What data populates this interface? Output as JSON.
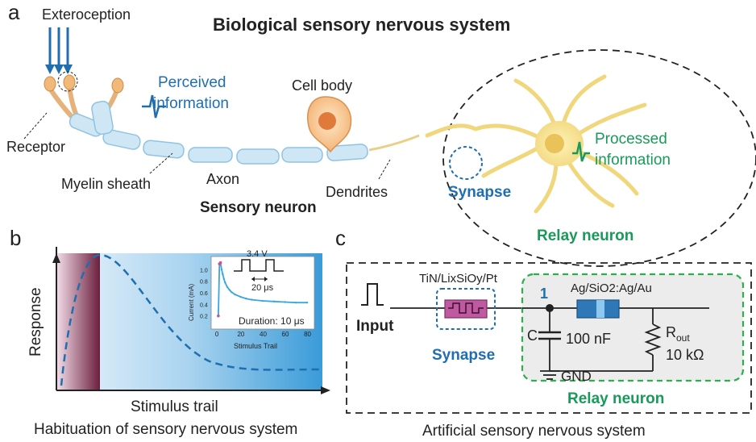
{
  "panel_a": {
    "letter": "a",
    "title": "Biological sensory nervous system",
    "exteroception": "Exteroception",
    "perceived_line1": "Perceived",
    "perceived_line2": "information",
    "cell_body": "Cell body",
    "processed_line1": "Processed",
    "processed_line2": "information",
    "receptor": "Receptor",
    "myelin_sheath": "Myelin sheath",
    "axon": "Axon",
    "dendrites": "Dendrites",
    "synapse": "Synapse",
    "sensory_neuron": "Sensory neuron",
    "relay_neuron": "Relay neuron"
  },
  "panel_b": {
    "letter": "b",
    "ylabel": "Response",
    "xlabel": "Stimulus trail",
    "caption": "Habituation of sensory nervous system",
    "inset": {
      "ylabel": "Current (mA)",
      "xlabel": "Stimulus Trail",
      "pulse_voltage": "3.4 V",
      "pulse_width": "20 μs",
      "duration": "Duration: 10 μs",
      "xticks": [
        "0",
        "20",
        "40",
        "60",
        "80"
      ],
      "yticks": [
        "0.2",
        "0.4",
        "0.6",
        "0.8",
        "1.0"
      ]
    }
  },
  "panel_c": {
    "letter": "c",
    "device": "TiN/LixSiOy/Pt",
    "input": "Input",
    "synapse": "Synapse",
    "node": "1",
    "relay_device": "Ag/SiO2:Ag/Au",
    "cap_symbol": "C",
    "cap_value": "100 nF",
    "rout": "Rout",
    "rout_value": "10 kΩ",
    "gnd": "GND",
    "relay_neuron": "Relay neuron",
    "caption": "Artificial sensory nervous system"
  },
  "colors": {
    "blue_label": "#1f6fb0",
    "green_label": "#1a9a5a",
    "myelin": "#cfe7f5",
    "neuron_yellow": "#f6e7a8",
    "cell_body_orange": "#f2a86b",
    "synapse_device": "#c05aa0",
    "relay_device": "#2e78b8"
  },
  "chart_data": {
    "type": "line",
    "title": "",
    "xlabel": "Stimulus Trail",
    "ylabel": "Current (mA)",
    "xlim": [
      -5,
      85
    ],
    "ylim": [
      0,
      1.2
    ],
    "x": [
      0,
      1,
      2,
      3,
      4,
      5,
      6,
      8,
      10,
      12,
      15,
      20,
      25,
      30,
      40,
      50,
      60,
      70,
      80
    ],
    "series": [
      {
        "values": [
          0.2,
          1.1,
          1.12,
          1.0,
          0.92,
          0.84,
          0.78,
          0.7,
          0.65,
          0.61,
          0.57,
          0.53,
          0.5,
          0.48,
          0.46,
          0.45,
          0.44,
          0.43,
          0.43
        ]
      }
    ]
  }
}
